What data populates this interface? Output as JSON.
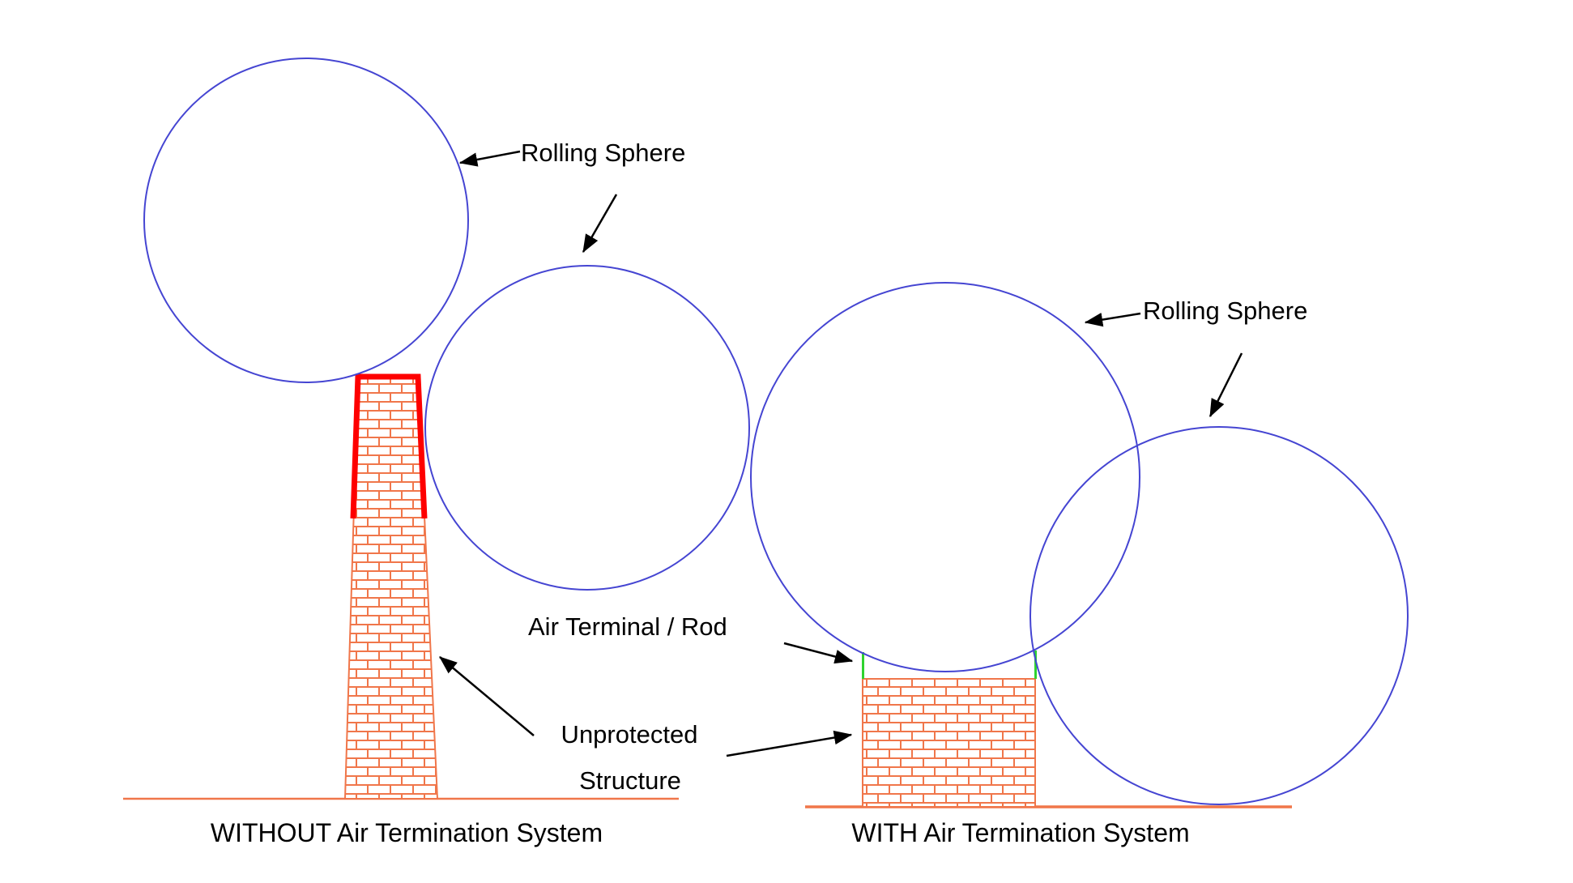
{
  "diagram": {
    "labels": {
      "rolling_sphere_left": "Rolling Sphere",
      "rolling_sphere_right": "Rolling Sphere",
      "air_terminal_rod": "Air Terminal / Rod",
      "unprotected_line1": "Unprotected",
      "unprotected_line2": "Structure",
      "caption_without": "WITHOUT Air Termination System",
      "caption_with": "WITH Air Termination System"
    },
    "colors": {
      "sphere-blue": "#4545d2",
      "brick-orange": "#f0764a",
      "strike-red": "#fe0000",
      "rod-green": "#2fd32f",
      "ink-black": "#000000",
      "background": "#ffffff"
    }
  }
}
